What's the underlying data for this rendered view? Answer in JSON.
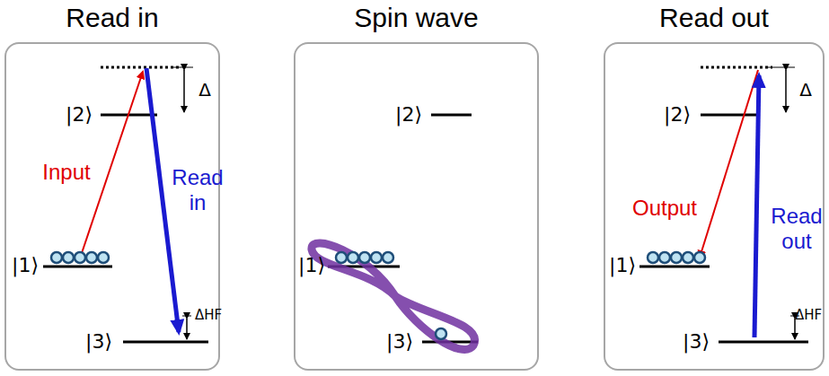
{
  "diagram": {
    "nodes": [
      {
        "text": [
          "Read in"
        ]
      },
      {
        "text": [
          "Spin wave"
        ]
      },
      {
        "text": [
          "Read out"
        ]
      }
    ],
    "labels": [
      "|2⟩",
      "Δ",
      "Input",
      "Read in",
      "|1⟩",
      "|3⟩",
      "ΔHF",
      "|2⟩",
      "|1⟩",
      "|3⟩",
      "|2⟩",
      "Δ",
      "Output",
      "Read out",
      "|1⟩",
      "|3⟩",
      "ΔHF"
    ]
  }
}
